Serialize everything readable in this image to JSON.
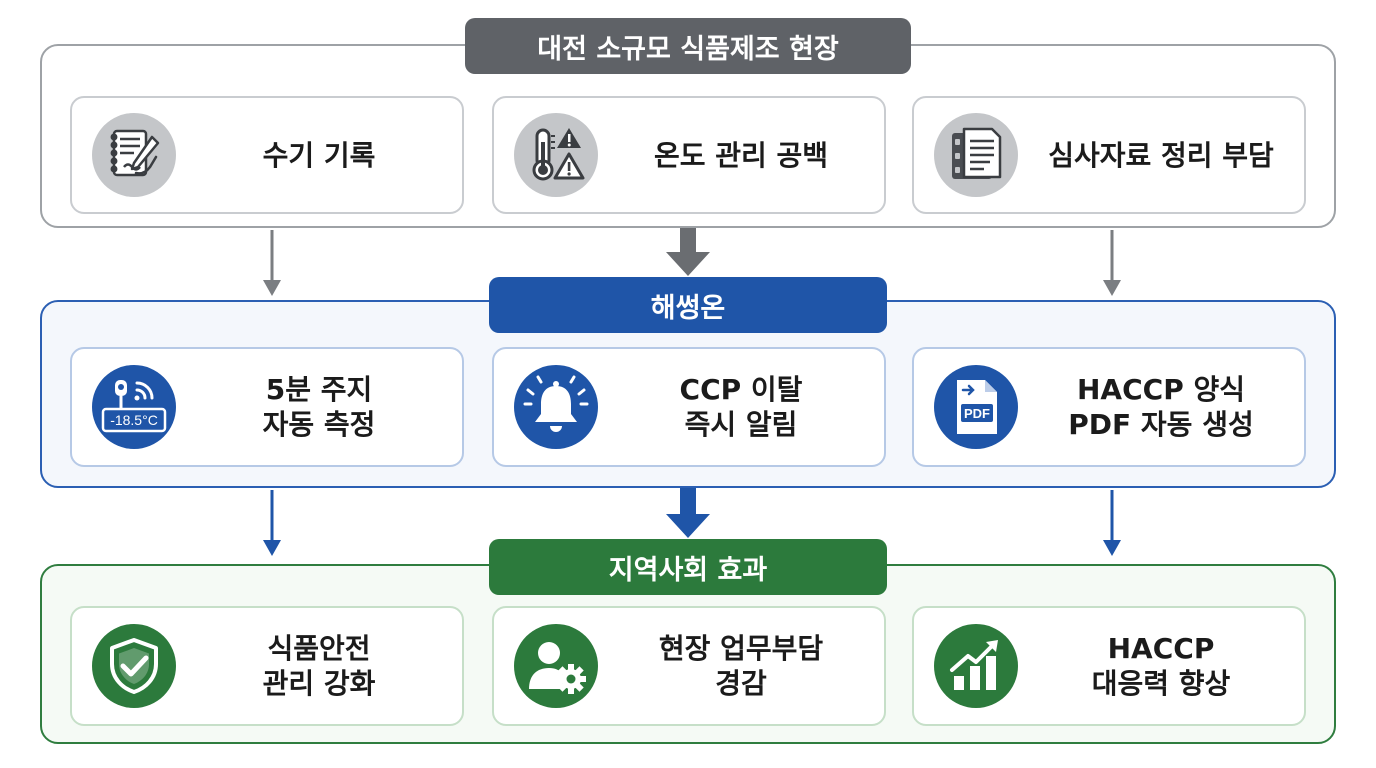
{
  "sections": {
    "current": {
      "title": "대전 소규모 식품제조 현장",
      "cards": [
        {
          "line1": "수기 기록",
          "line2": "",
          "icon": "handwriting-notebook-icon"
        },
        {
          "line1": "온도 관리 공백",
          "line2": "",
          "icon": "thermometer-warning-icon"
        },
        {
          "line1": "심사자료 정리 부담",
          "line2": "",
          "icon": "document-binder-icon"
        }
      ]
    },
    "solution": {
      "title": "해썽온",
      "cards": [
        {
          "line1": "5분 주지",
          "line2": "자동 측정",
          "icon": "wireless-temperature-sensor-icon",
          "readout": "-18.5°C"
        },
        {
          "line1": "CCP 이탈",
          "line2": "즉시 알림",
          "icon": "alarm-bell-icon"
        },
        {
          "line1": "HACCP 양식",
          "line2": "PDF 자동 생성",
          "icon": "pdf-document-icon",
          "badge": "PDF"
        }
      ]
    },
    "effect": {
      "title": "지역사회 효과",
      "cards": [
        {
          "line1": "식품안전",
          "line2": "관리 강화",
          "icon": "shield-check-icon"
        },
        {
          "line1": "현장 업무부담",
          "line2": "경감",
          "icon": "user-gear-icon"
        },
        {
          "line1": "HACCP",
          "line2": "대응력 향상",
          "icon": "growth-chart-icon"
        }
      ]
    }
  },
  "colors": {
    "gray": "#5f6267",
    "blue": "#1f55a8",
    "green": "#2c7a3c"
  }
}
